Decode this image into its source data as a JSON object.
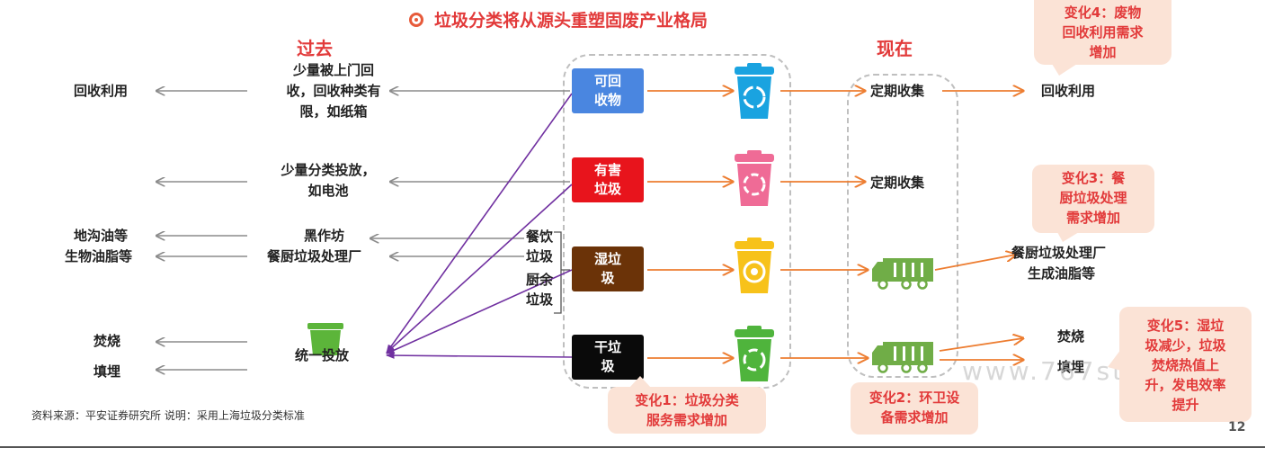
{
  "title": "垃圾分类将从源头重塑固废产业格局",
  "header_past": "过去",
  "header_now": "现在",
  "past_left": {
    "recycle_use": "回收利用",
    "gutter_oil": "地沟油等",
    "biodiesel": "生物油脂等",
    "incinerate": "焚烧",
    "landfill": "填埋"
  },
  "past_mid": {
    "door_line1": "少量被上门回",
    "door_line2": "收，回收种类有",
    "door_line3": "限，如纸箱",
    "battery_line1": "少量分类投放，",
    "battery_line2": "如电池",
    "black_workshop": "黑作坊",
    "kitchen_plant": "餐厨垃圾处理厂",
    "unified": "统一投放"
  },
  "catering": {
    "line1": "餐饮",
    "line2": "垃圾",
    "line3": "厨余",
    "line4": "垃圾"
  },
  "categories": [
    {
      "line1": "可回",
      "line2": "收物",
      "color": "#4a86e0"
    },
    {
      "line1": "有害",
      "line2": "垃圾",
      "color": "#e8141c"
    },
    {
      "line1": "湿垃",
      "line2": "圾",
      "color": "#6b3308"
    },
    {
      "line1": "干垃",
      "line2": "圾",
      "color": "#0a0a0a"
    }
  ],
  "bin_colors": [
    "#1aa3e0",
    "#ef6b96",
    "#f7c21a",
    "#4fb43c"
  ],
  "now": {
    "regular1": "定期收集",
    "regular2": "定期收集",
    "right_recycle": "回收利用",
    "right_kitchen_line1": "餐厨垃圾处理厂",
    "right_kitchen_line2": "生成油脂等",
    "right_incinerate": "焚烧",
    "right_landfill": "填埋"
  },
  "changes": {
    "c1_line1": "变化1：垃圾分类",
    "c1_line2": "服务需求增加",
    "c2_line1": "变化2：环卫设",
    "c2_line2": "备需求增加",
    "c3_line1": "变化3：餐",
    "c3_line2": "厨垃圾处理",
    "c3_line3": "需求增加",
    "c4_line1": "变化4：废物",
    "c4_line2": "回收利用需求",
    "c4_line3": "增加",
    "c5_line1": "变化5：湿垃",
    "c5_line2": "圾减少，垃圾",
    "c5_line3": "焚烧热值上",
    "c5_line4": "升，发电效率",
    "c5_line5": "提升"
  },
  "colors": {
    "accent_red": "#e23a3a",
    "arrow_orange": "#ed7d31",
    "arrow_purple": "#7030a0",
    "arrow_gray": "#8c8c8c",
    "callout_bg": "#fbe3d6",
    "truck_green": "#70ad47"
  },
  "source": "资料来源：平安证券研究所  说明：采用上海垃圾分类标准",
  "watermark": "www.767stock.com",
  "page_number": "12"
}
